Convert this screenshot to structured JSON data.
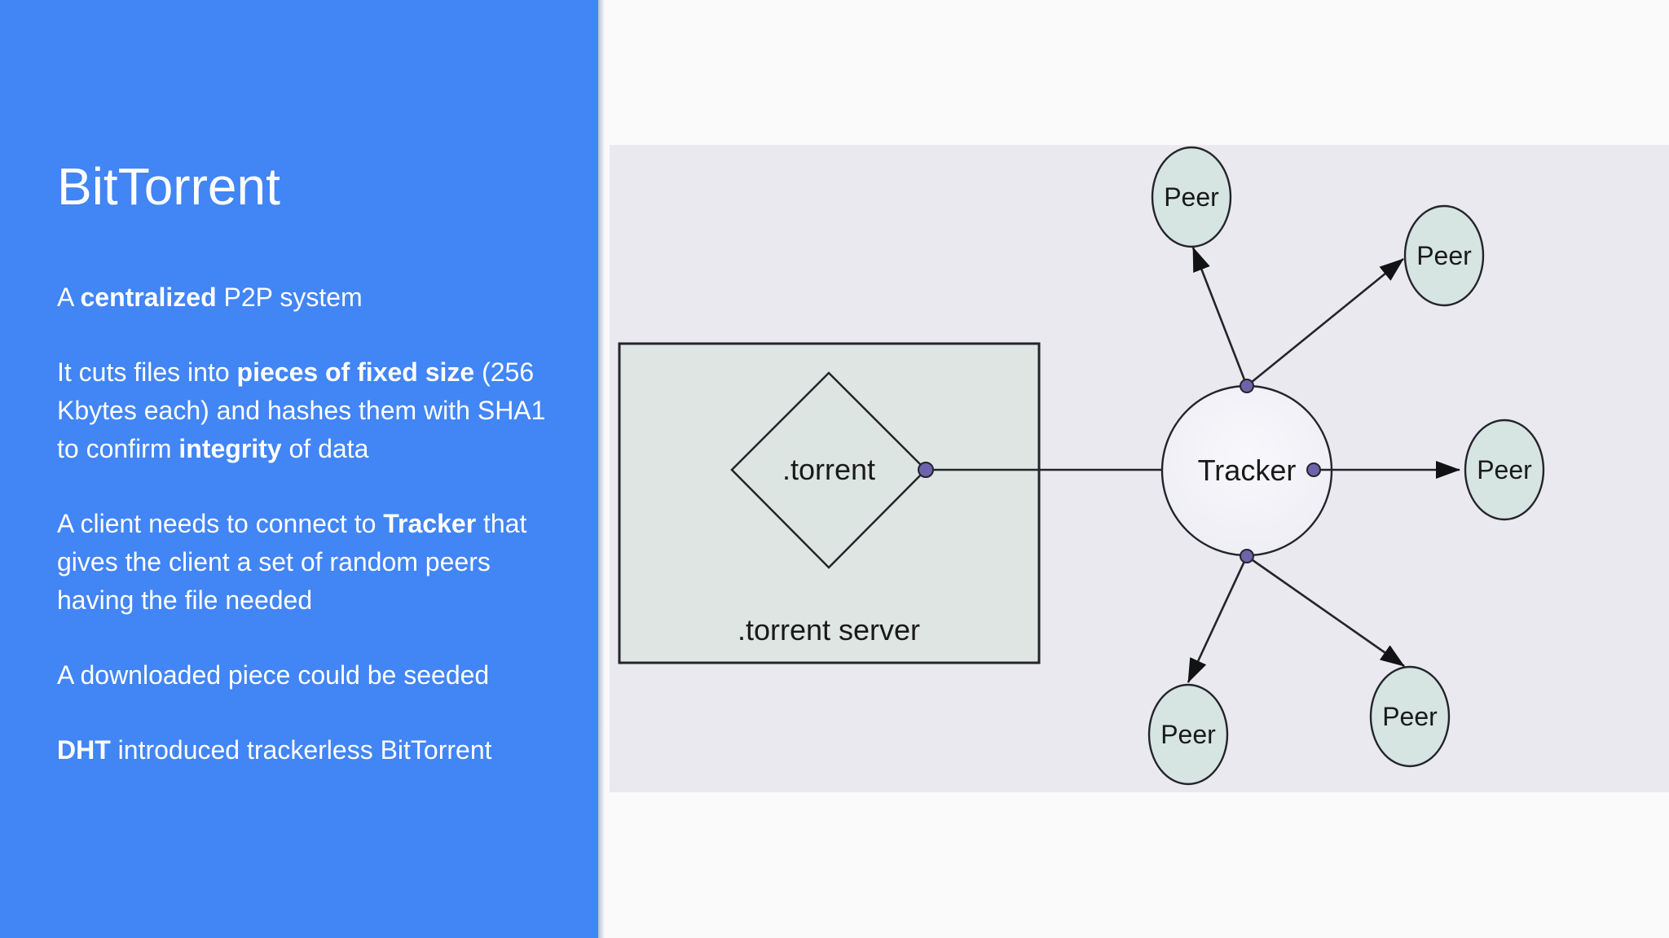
{
  "slide": {
    "title": "BitTorrent",
    "panel_color": "#4285f4",
    "text_color": "#ffffff",
    "bullets": [
      {
        "id": "bullet-centralized",
        "parts": [
          {
            "text": "A ",
            "bold": false
          },
          {
            "text": "centralized",
            "bold": true
          },
          {
            "text": " P2P system",
            "bold": false
          }
        ]
      },
      {
        "id": "bullet-pieces",
        "parts": [
          {
            "text": "It cuts files into ",
            "bold": false
          },
          {
            "text": "pieces of fixed size",
            "bold": true
          },
          {
            "text": " (256 Kbytes each) and hashes them with SHA1 to confirm ",
            "bold": false
          },
          {
            "text": "integrity",
            "bold": true
          },
          {
            "text": " of data",
            "bold": false
          }
        ]
      },
      {
        "id": "bullet-tracker",
        "parts": [
          {
            "text": "A client needs to connect to ",
            "bold": false
          },
          {
            "text": "Tracker",
            "bold": true
          },
          {
            "text": " that gives the client a set of random peers having the file needed",
            "bold": false
          }
        ]
      },
      {
        "id": "bullet-seeded",
        "parts": [
          {
            "text": "A downloaded piece could be seeded",
            "bold": false
          }
        ]
      },
      {
        "id": "bullet-dht",
        "parts": [
          {
            "text": "DHT",
            "bold": true
          },
          {
            "text": " introduced trackerless BitTorrent",
            "bold": false
          }
        ]
      }
    ]
  },
  "diagram": {
    "background_color": "#eae9ef",
    "outer_color": "#fafafb",
    "node_fill_peer": "#d6e4e2",
    "node_fill_tracker": "#f4f4fa",
    "node_fill_diamond": "#dde5e3",
    "box_fill": "#dee5e3",
    "stroke_color": "#23252b",
    "connector_dot_color": "#6e63ab",
    "server_box": {
      "label": ".torrent server",
      "diamond_label": ".torrent"
    },
    "tracker": {
      "label": "Tracker"
    },
    "peers": [
      {
        "id": "peer-top-left",
        "label": "Peer"
      },
      {
        "id": "peer-top-right",
        "label": "Peer"
      },
      {
        "id": "peer-right",
        "label": "Peer"
      },
      {
        "id": "peer-bottom-left",
        "label": "Peer"
      },
      {
        "id": "peer-bottom-right",
        "label": "Peer"
      }
    ]
  }
}
